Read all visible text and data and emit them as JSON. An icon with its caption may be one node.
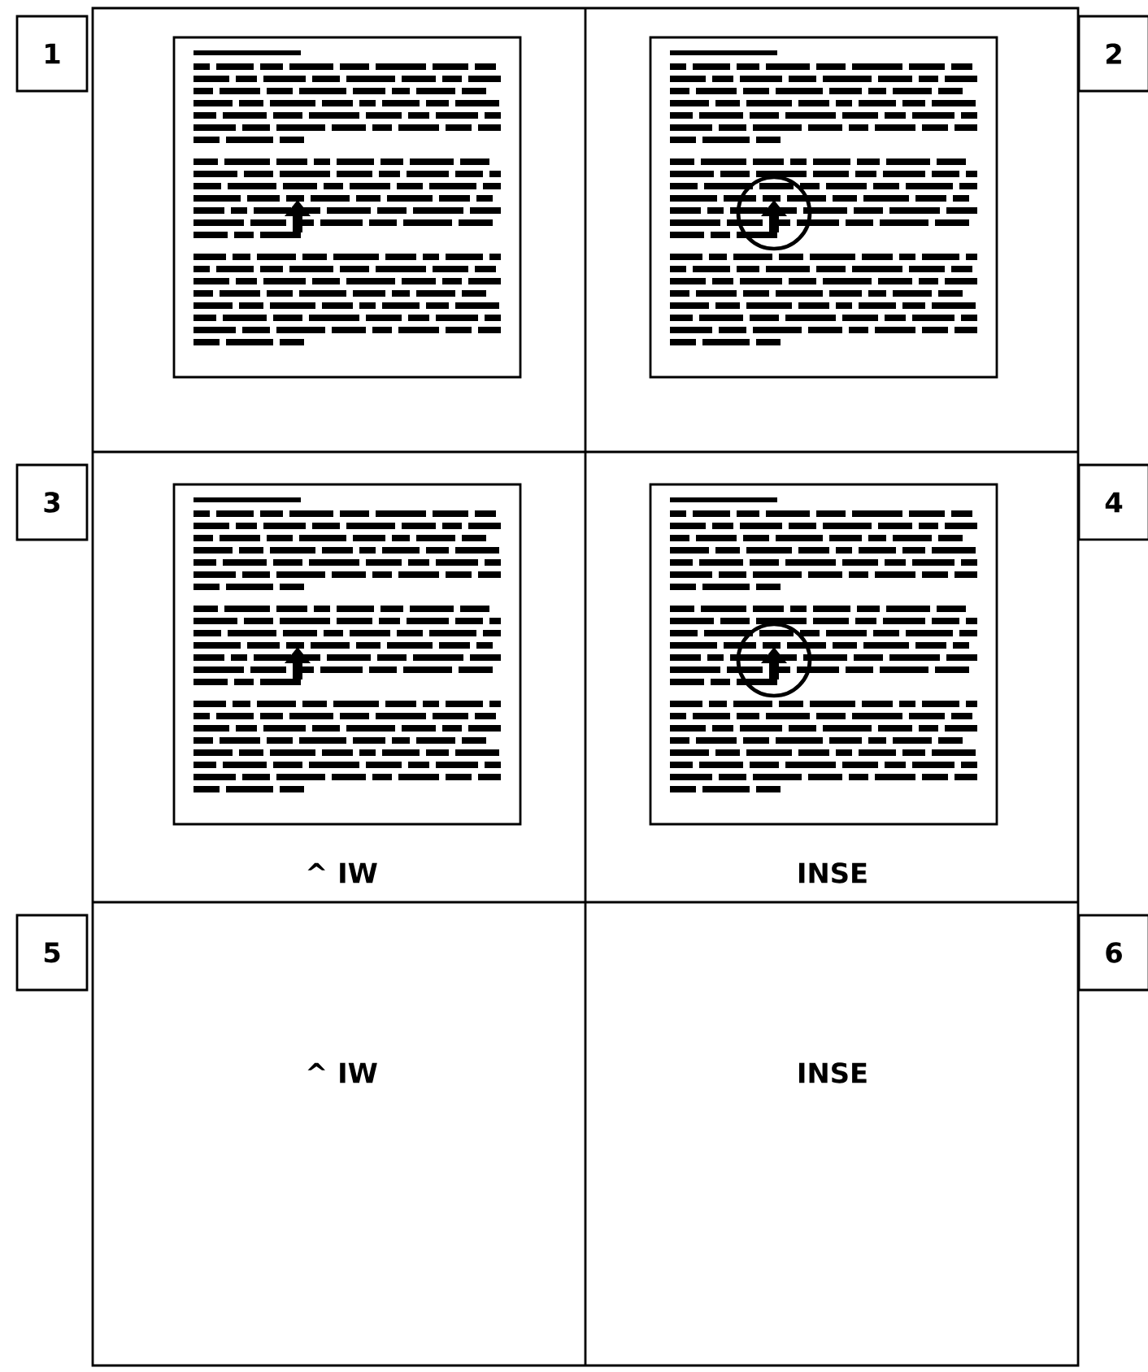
{
  "diagram": {
    "labels": [
      "1",
      "2",
      "3",
      "4",
      "^ IW",
      "INSE",
      "5",
      "6",
      "^ IW",
      "INSE"
    ]
  }
}
